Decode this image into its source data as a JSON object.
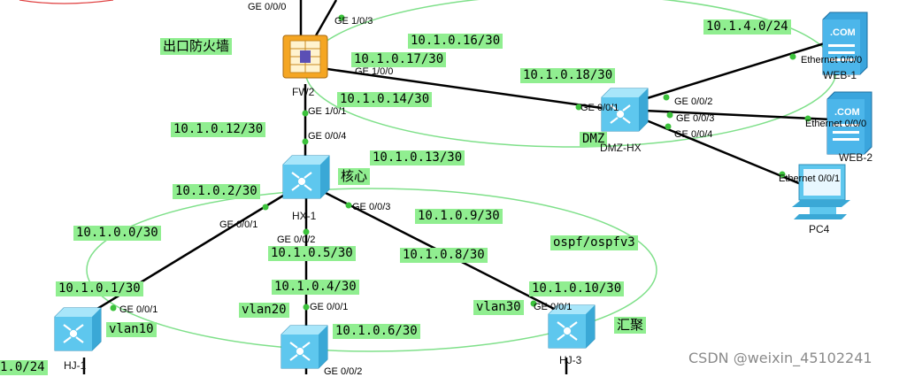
{
  "colors": {
    "ospf_ring": "#7fe08a",
    "label_bg": "#90ee90",
    "link": "#000000",
    "switch": "#5ec7ee"
  },
  "devices": {
    "fw2": {
      "name": "FW2",
      "label": "出口防火墙",
      "icon": "firewall-icon"
    },
    "dmz_hx": {
      "name": "DMZ-HX",
      "label": "DMZ",
      "icon": "switch-icon"
    },
    "hx1": {
      "name": "HX-1",
      "label": "核心",
      "icon": "switch-icon"
    },
    "hj1": {
      "name": "HJ-1",
      "icon": "switch-icon"
    },
    "hj2": {
      "icon": "switch-icon"
    },
    "hj3": {
      "name": "HJ-3",
      "label": "汇聚",
      "icon": "switch-icon"
    },
    "web1": {
      "name": "WEB-1",
      "icon": "server-icon"
    },
    "web2": {
      "name": "WEB-2",
      "icon": "server-icon"
    },
    "pc4": {
      "name": "PC4",
      "icon": "pc-icon"
    }
  },
  "ports": {
    "fw_ge000": "GE 0/0/0",
    "fw_ge103": "GE 1/0/3",
    "fw_ge100": "GE 1/0/0",
    "fw_ge101": "GE 1/0/1",
    "hx_ge004": "GE 0/0/4",
    "hx_ge001": "GE 0/0/1",
    "hx_ge002": "GE 0/0/2",
    "hx_ge003": "GE 0/0/3",
    "dmz_ge001": "GE 0/0/1",
    "dmz_ge002": "GE 0/0/2",
    "dmz_ge003": "GE 0/0/3",
    "dmz_ge004": "GE 0/0/4",
    "web1_eth": "Ethernet 0/0/0",
    "web2_eth": "Ethernet 0/0/0",
    "pc4_eth": "Ethernet 0/0/1",
    "hj1_ge001": "GE 0/0/1",
    "hj2_ge001": "GE 0/0/1",
    "hj3_ge001": "GE 0/0/1",
    "hj2_ge002": "GE 0/0/2"
  },
  "ips": {
    "net_1_4": "10.1.4.0/24",
    "ip_16": "10.1.0.16/30",
    "ip_17": "10.1.0.17/30",
    "ip_18": "10.1.0.18/30",
    "ip_14": "10.1.0.14/30",
    "ip_12": "10.1.0.12/30",
    "ip_13": "10.1.0.13/30",
    "ip_2": "10.1.0.2/30",
    "ip_0": "10.1.0.0/30",
    "ip_9": "10.1.0.9/30",
    "ip_5": "10.1.0.5/30",
    "ip_8": "10.1.0.8/30",
    "ip_1": "10.1.0.1/30",
    "ip_4": "10.1.0.4/30",
    "ip_10": "10.1.0.10/30",
    "ip_6": "10.1.0.6/30",
    "net_partial": "1.0/24"
  },
  "vlans": {
    "v10": "vlan10",
    "v20": "vlan20",
    "v30": "vlan30"
  },
  "protocol_label": "ospf/ospfv3",
  "watermark": "CSDN @weixin_45102241"
}
